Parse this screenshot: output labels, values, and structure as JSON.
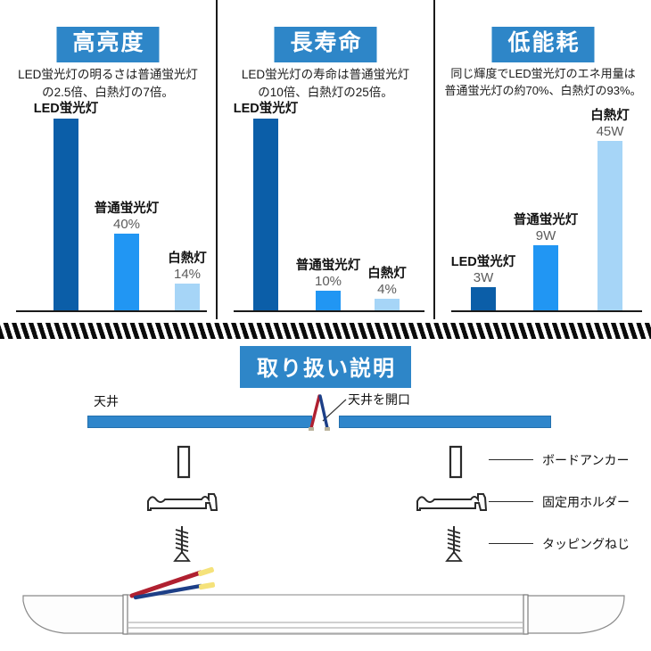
{
  "features": {
    "panels": [
      {
        "badge": "高亮度",
        "description": [
          "LED蛍光灯の明るさは普通蛍光灯",
          "の2.5倍、白熱灯の7倍。"
        ],
        "chart_data": {
          "type": "bar",
          "categories": [
            "LED蛍光灯",
            "普通蛍光灯",
            "白熱灯"
          ],
          "values": [
            100,
            40,
            14
          ],
          "value_labels": [
            "",
            "40%",
            "14%"
          ],
          "colors": [
            "#0b5ea8",
            "#2196f3",
            "#a6d5f7"
          ],
          "title": "高亮度",
          "xlabel": "",
          "ylabel": "",
          "ylim": [
            0,
            100
          ],
          "grid": false,
          "legend": "none"
        }
      },
      {
        "badge": "長寿命",
        "description": [
          "LED蛍光灯の寿命は普通蛍光灯",
          "の10倍、白熱灯の25倍。"
        ],
        "chart_data": {
          "type": "bar",
          "categories": [
            "LED蛍光灯",
            "普通蛍光灯",
            "白熱灯"
          ],
          "values": [
            100,
            10,
            4
          ],
          "value_labels": [
            "",
            "10%",
            "4%"
          ],
          "colors": [
            "#0b5ea8",
            "#2196f3",
            "#a6d5f7"
          ],
          "title": "長寿命",
          "xlabel": "",
          "ylabel": "",
          "ylim": [
            0,
            100
          ],
          "grid": false,
          "legend": "none"
        }
      },
      {
        "badge": "低能耗",
        "description": [
          "同じ輝度でLED蛍光灯のエネ用量は",
          "普通蛍光灯の約70%、白熱灯の93%。"
        ],
        "chart_data": {
          "type": "bar",
          "categories": [
            "LED蛍光灯",
            "普通蛍光灯",
            "白熱灯"
          ],
          "values": [
            3,
            9,
            45
          ],
          "value_labels": [
            "3W",
            "9W",
            "45W"
          ],
          "colors": [
            "#0b5ea8",
            "#2196f3",
            "#a6d5f7"
          ],
          "title": "低能耗",
          "xlabel": "",
          "ylabel": "",
          "ylim": [
            0,
            45
          ],
          "grid": false,
          "legend": "none"
        }
      }
    ]
  },
  "instructions": {
    "badge": "取り扱い説明",
    "ceiling_label": "天井",
    "opening_label": "天井を開口",
    "parts": [
      {
        "label": "ボードアンカー"
      },
      {
        "label": "固定用ホルダー"
      },
      {
        "label": "タッピングねじ"
      }
    ]
  },
  "colors": {
    "accent": "#2e86c8",
    "bar_dark": "#0b5ea8",
    "bar_mid": "#2196f3",
    "bar_light": "#a6d5f7",
    "ceiling": "#2f86cb",
    "wire_red": "#b02030",
    "wire_blue": "#1d3f87",
    "wire_tip": "#f5e27a"
  }
}
